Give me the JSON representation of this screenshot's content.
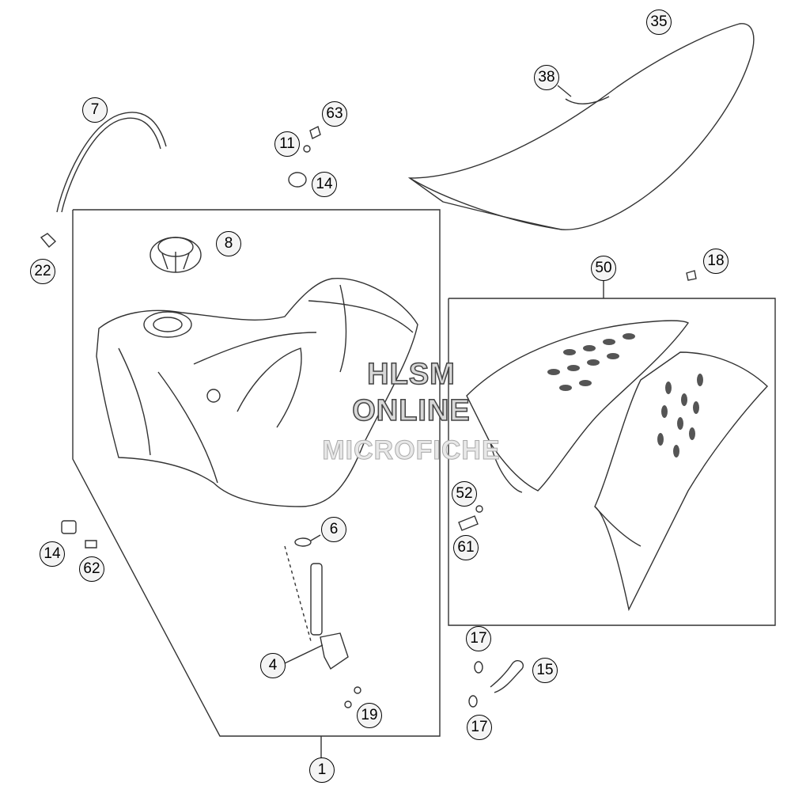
{
  "diagram": {
    "callouts": [
      {
        "id": "c1",
        "label": "1"
      },
      {
        "id": "c4",
        "label": "4"
      },
      {
        "id": "c6",
        "label": "6"
      },
      {
        "id": "c7",
        "label": "7"
      },
      {
        "id": "c8",
        "label": "8"
      },
      {
        "id": "c11",
        "label": "11"
      },
      {
        "id": "c14a",
        "label": "14"
      },
      {
        "id": "c14b",
        "label": "14"
      },
      {
        "id": "c15",
        "label": "15"
      },
      {
        "id": "c17a",
        "label": "17"
      },
      {
        "id": "c17b",
        "label": "17"
      },
      {
        "id": "c18",
        "label": "18"
      },
      {
        "id": "c19",
        "label": "19"
      },
      {
        "id": "c22",
        "label": "22"
      },
      {
        "id": "c35",
        "label": "35"
      },
      {
        "id": "c38",
        "label": "38"
      },
      {
        "id": "c50",
        "label": "50"
      },
      {
        "id": "c52",
        "label": "52"
      },
      {
        "id": "c61",
        "label": "61"
      },
      {
        "id": "c62",
        "label": "62"
      },
      {
        "id": "c63",
        "label": "63"
      }
    ]
  },
  "watermark": {
    "line1": "HLSM",
    "line2": "ONLINE",
    "line3": "MICROFICHE"
  }
}
